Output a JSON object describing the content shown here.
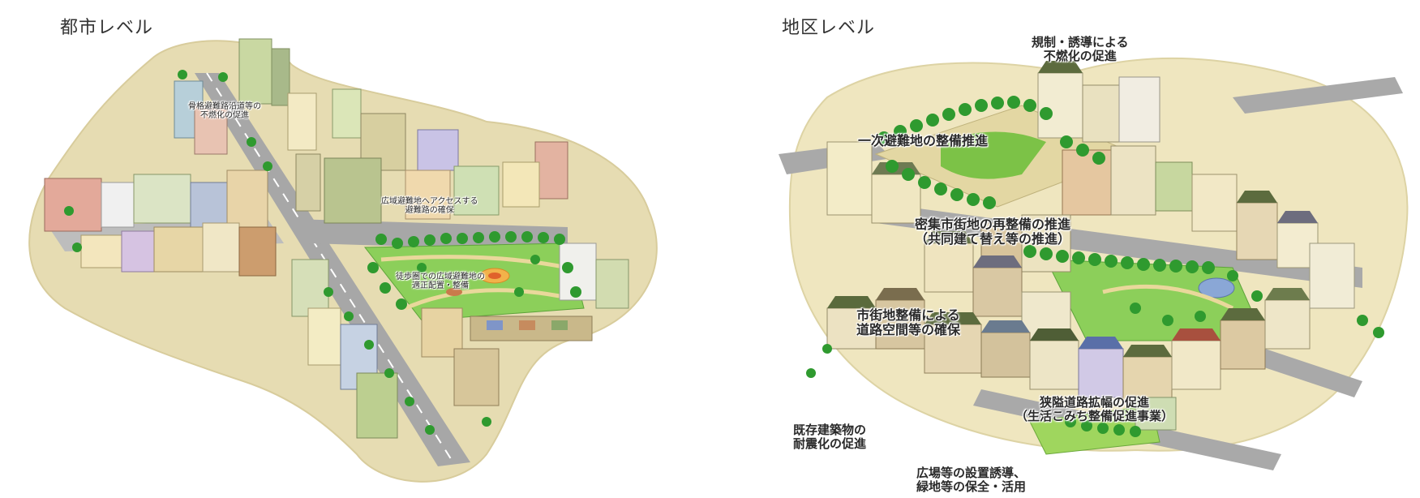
{
  "panels": {
    "city": {
      "title": "都市レベル",
      "labels": {
        "arterial_line1": "骨格避難路沿道等の",
        "arterial_line2": "不燃化の促進",
        "access_line1": "広域避難地へアクセスする",
        "access_line2": "避難路の確保",
        "walk_line1": "徒歩圏での広域避難地の",
        "walk_line2": "適正配置・整備"
      }
    },
    "district": {
      "title": "地区レベル",
      "labels": {
        "regulation_line1": "規制・誘導による",
        "regulation_line2": "不燃化の促進",
        "primary_evac": "一次避難地の整備推進",
        "dense_line1": "密集市街地の再整備の推進",
        "dense_line2": "（共同建て替え等の推進）",
        "street_line1": "市街地整備による",
        "street_line2": "道路空間等の確保",
        "narrow_line1": "狭隘道路拡幅の促進",
        "narrow_line2": "（生活こみち整備促進事業）",
        "existing_line1": "既存建築物の",
        "existing_line2": "耐震化の促進",
        "plaza_line1": "広場等の設置誘導、",
        "plaza_line2": "緑地等の保全・活用"
      }
    }
  },
  "colors": {
    "ground": "#e6dcb2",
    "ground_edge": "#d8cc9c",
    "road": "#a7a7a7",
    "tree": "#2f9a2f",
    "park": "#8ccf5a",
    "field": "#7cc247"
  }
}
